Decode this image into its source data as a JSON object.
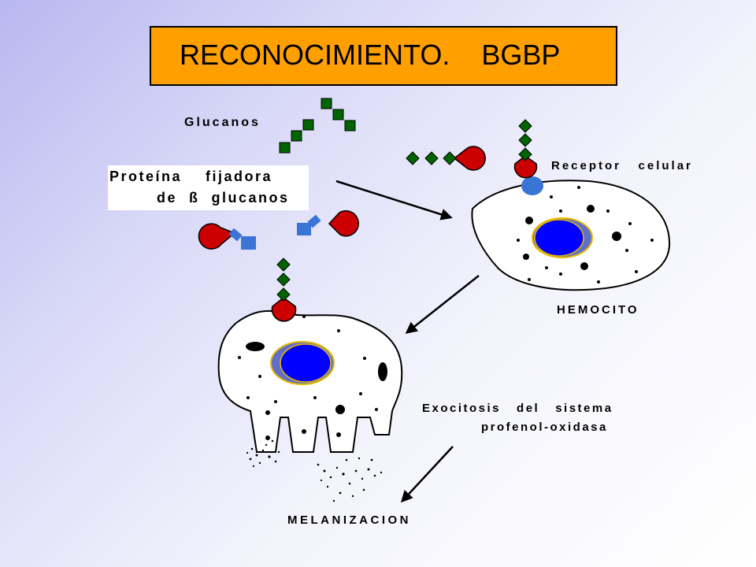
{
  "title": "RECONOCIMIENTO.    BGBP",
  "labels": {
    "glucanos": "Glucanos",
    "bgbp_line1": "Proteína    fijadora",
    "bgbp_line2": "de  ß  glucanos",
    "receptor": "Receptor   celular",
    "hemocito": "HEMOCITO",
    "exocitosis_line1": "Exocitosis   del   sistema",
    "exocitosis_line2": "profenol-oxidasa",
    "melanizacion": "MELANIZACION"
  },
  "colors": {
    "title_box": "#ffa000",
    "glucan": "#006400",
    "protein": "#cc0000",
    "receptor": "#3a75d6",
    "nucleus": "#0000ff",
    "nucleus_ring": "#e6b800"
  }
}
